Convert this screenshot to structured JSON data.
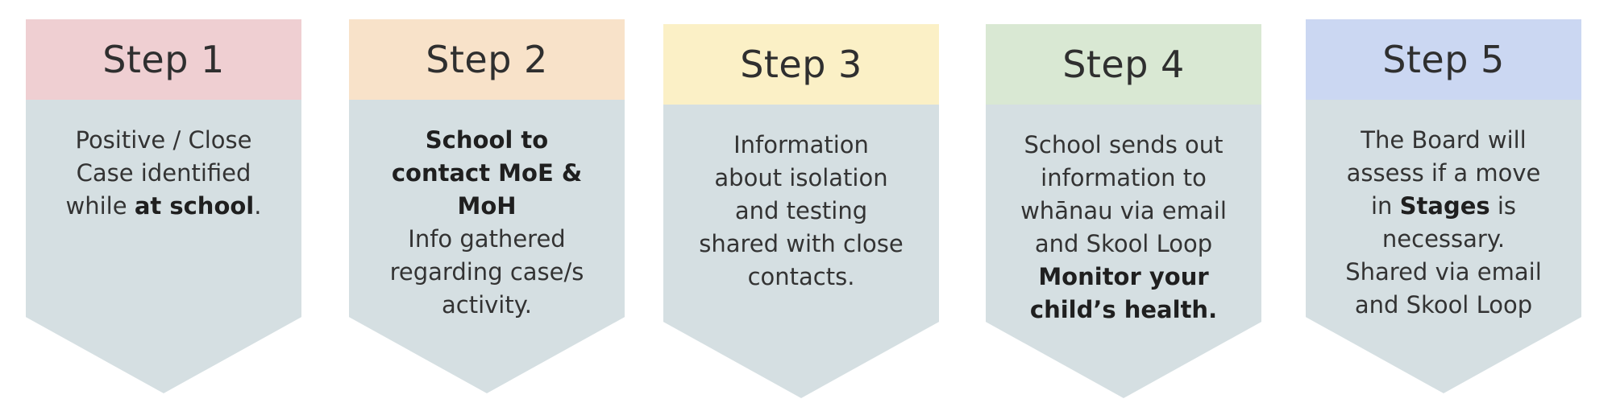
{
  "steps": [
    {
      "title": "Step 1",
      "header_color": "#efcfd2",
      "body": {
        "line1": "Positive / Close",
        "line2": "Case identified",
        "line3_pre": "while ",
        "line3_bold": "at school",
        "line3_post": "."
      }
    },
    {
      "title": "Step 2",
      "header_color": "#f8e2c9",
      "body": {
        "bold1": "School to",
        "bold2": "contact MoE &",
        "bold3": "MoH",
        "line4": "Info gathered",
        "line5": "regarding case/s",
        "line6": "activity."
      }
    },
    {
      "title": "Step 3",
      "header_color": "#fbf0c6",
      "body": {
        "line1": "Information",
        "line2": "about isolation",
        "line3": "and testing",
        "line4": "shared with close",
        "line5": "contacts."
      }
    },
    {
      "title": "Step 4",
      "header_color": "#d9e8d3",
      "body": {
        "line1": "School sends out",
        "line2": "information to",
        "line3": "whānau via email",
        "line4": "and Skool Loop",
        "bold5": "Monitor your",
        "bold6": "child’s health."
      }
    },
    {
      "title": "Step 5",
      "header_color": "#cbd7f2",
      "body": {
        "line1": "The Board will",
        "line2": "assess if a move",
        "line3_pre": "in ",
        "line3_bold": "Stages",
        "line3_post": " is",
        "line4": "necessary.",
        "line5": "Shared via email",
        "line6": "and Skool Loop"
      }
    }
  ]
}
